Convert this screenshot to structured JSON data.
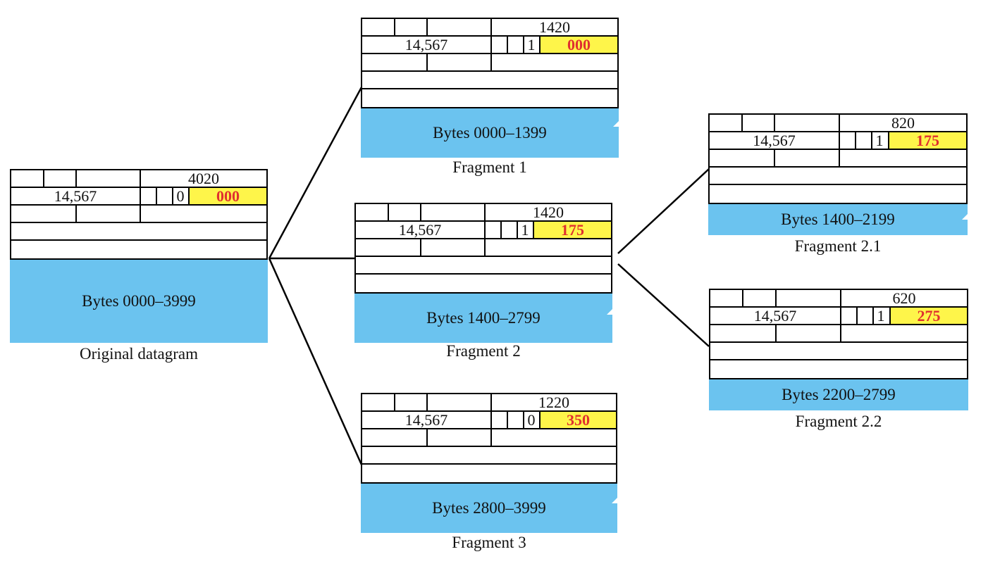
{
  "datagrams": [
    {
      "id": "original",
      "length": "4020",
      "identification": "14,567",
      "mf": "0",
      "offset": "000",
      "payload": "Bytes 0000–3999",
      "caption": "Original datagram"
    },
    {
      "id": "frag1",
      "length": "1420",
      "identification": "14,567",
      "mf": "1",
      "offset": "000",
      "payload": "Bytes 0000–1399",
      "caption": "Fragment 1"
    },
    {
      "id": "frag2",
      "length": "1420",
      "identification": "14,567",
      "mf": "1",
      "offset": "175",
      "payload": "Bytes 1400–2799",
      "caption": "Fragment 2"
    },
    {
      "id": "frag3",
      "length": "1220",
      "identification": "14,567",
      "mf": "0",
      "offset": "350",
      "payload": "Bytes 2800–3999",
      "caption": "Fragment 3"
    },
    {
      "id": "frag21",
      "length": "820",
      "identification": "14,567",
      "mf": "1",
      "offset": "175",
      "payload": "Bytes 1400–2199",
      "caption": "Fragment 2.1"
    },
    {
      "id": "frag22",
      "length": "620",
      "identification": "14,567",
      "mf": "1",
      "offset": "275",
      "payload": "Bytes 2200–2799",
      "caption": "Fragment 2.2"
    }
  ],
  "colors": {
    "payload": "#6bc3ef",
    "offset_bg": "#fef54a",
    "offset_text": "#e03030"
  }
}
